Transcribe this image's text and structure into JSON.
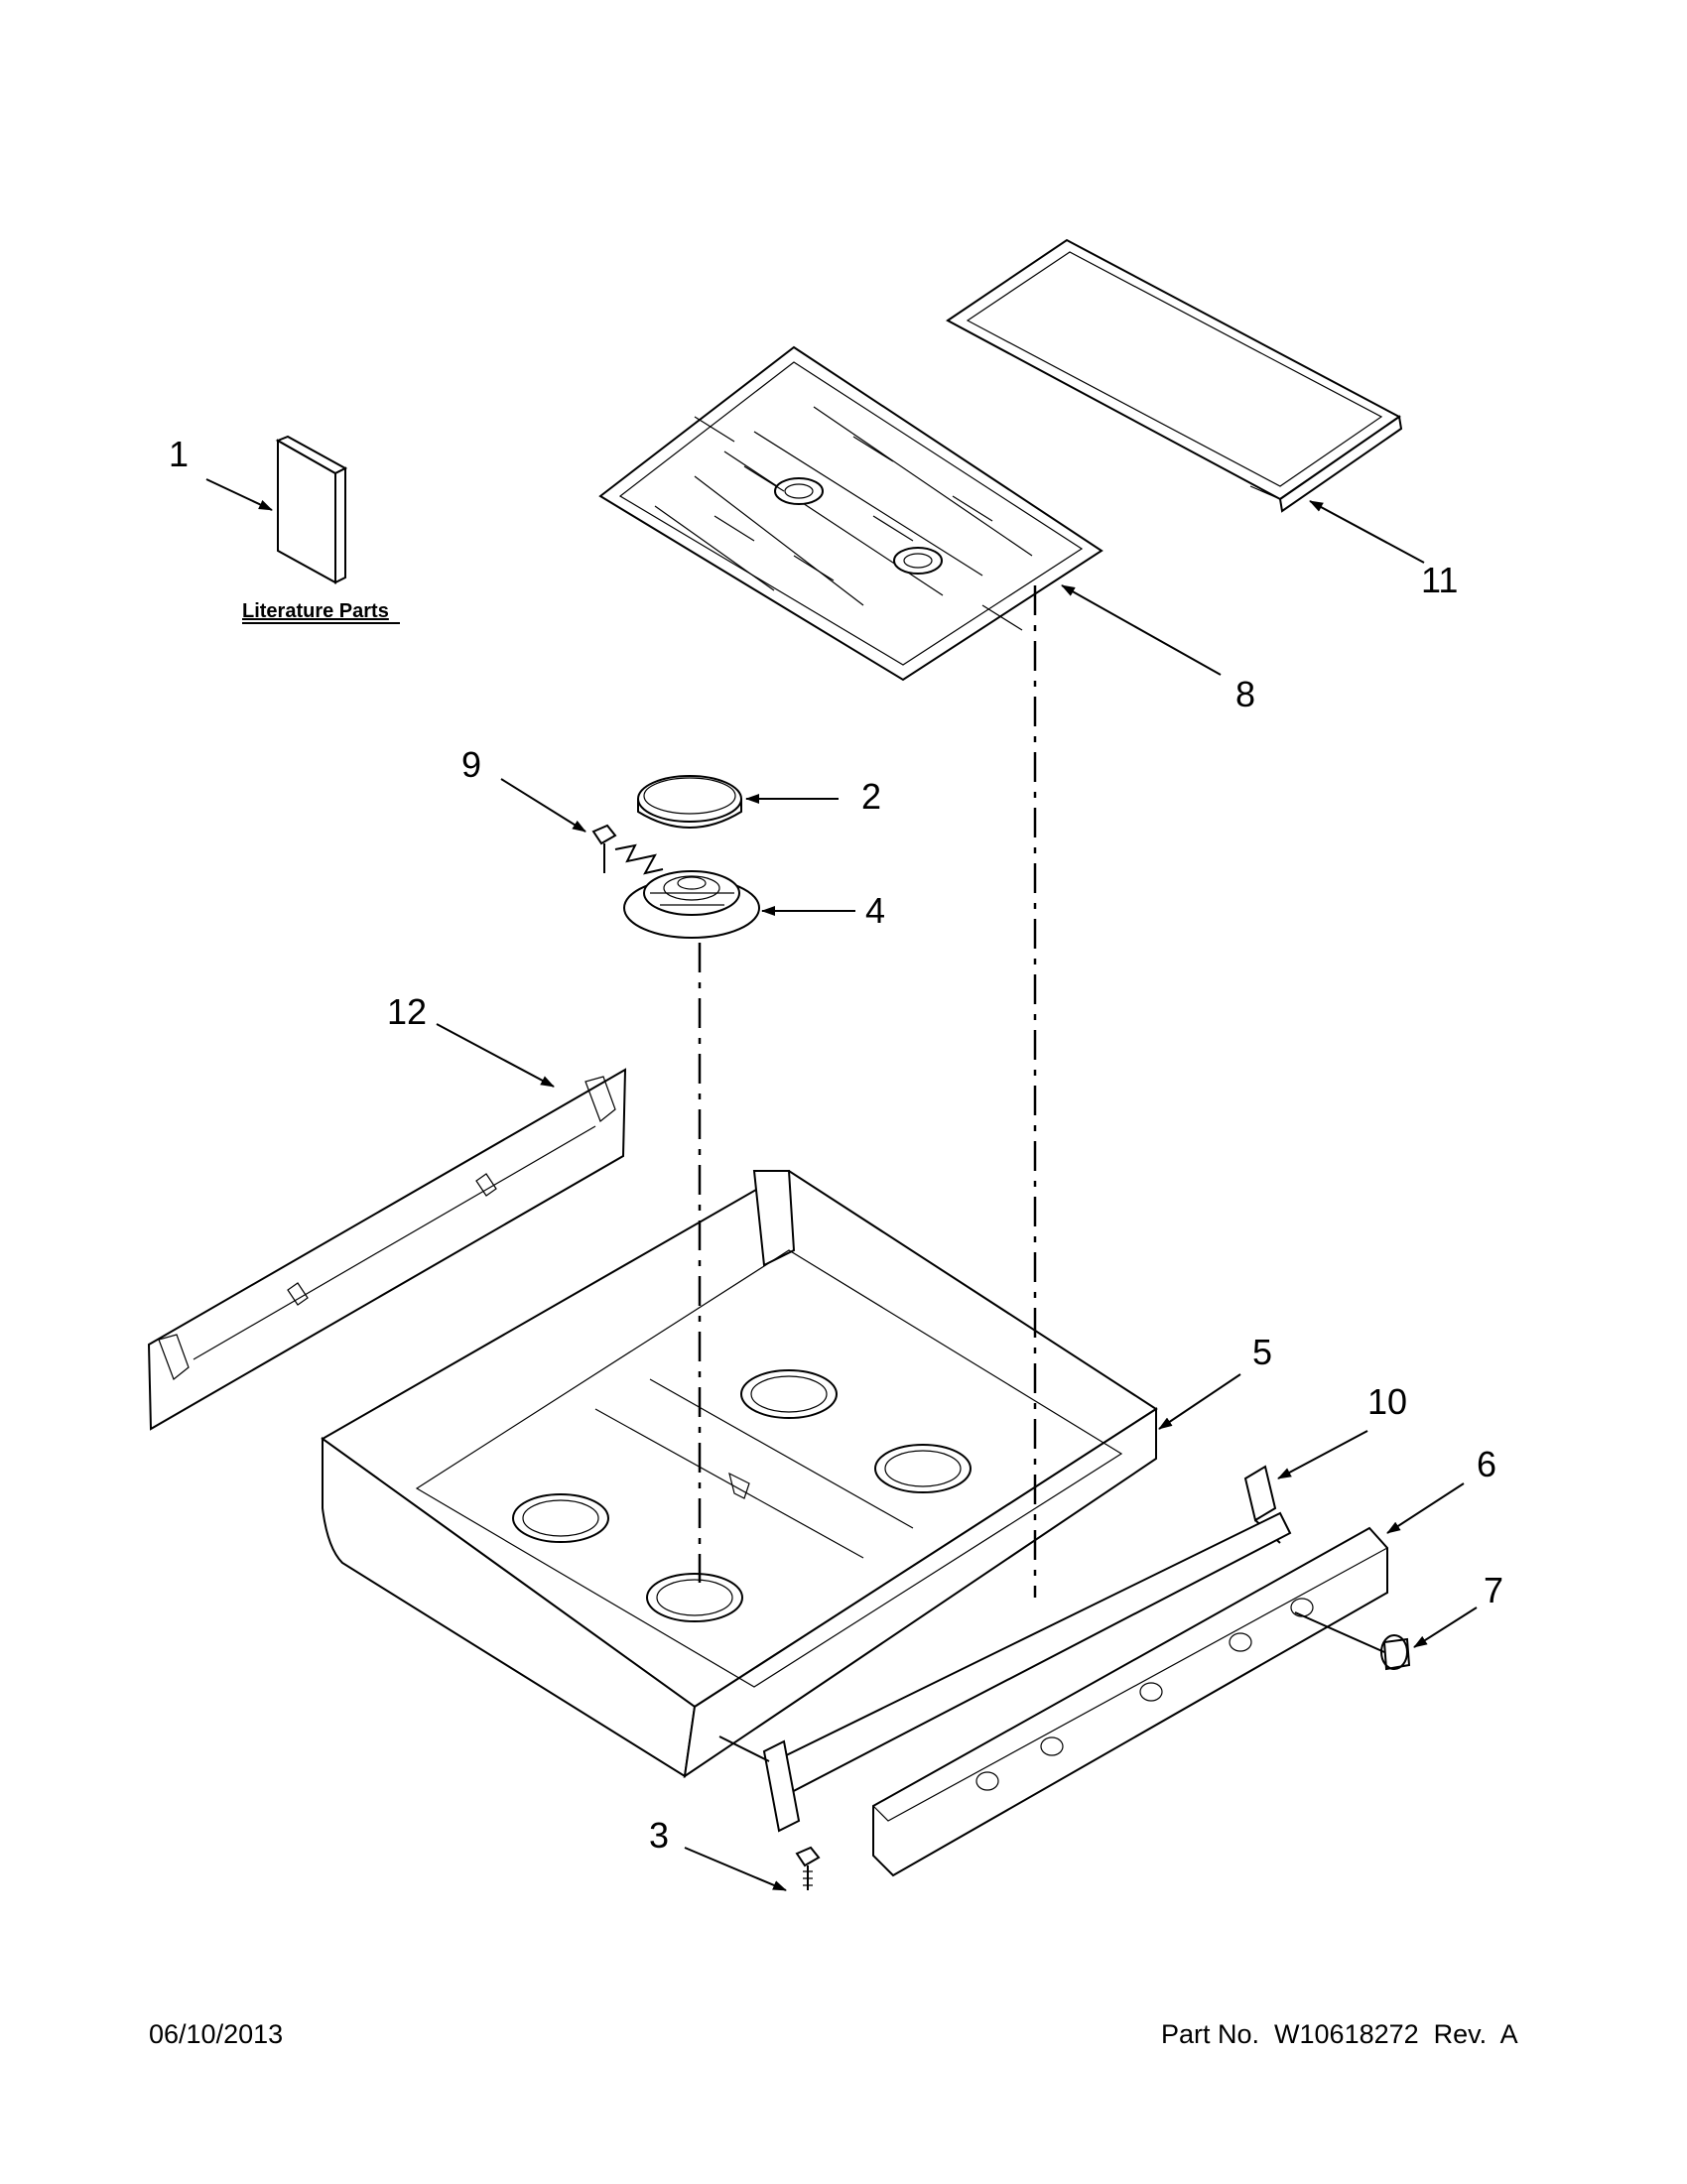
{
  "diagram": {
    "literature_label": "Literature Parts",
    "callouts": [
      {
        "id": "1",
        "label": "1"
      },
      {
        "id": "2",
        "label": "2"
      },
      {
        "id": "3",
        "label": "3"
      },
      {
        "id": "4",
        "label": "4"
      },
      {
        "id": "5",
        "label": "5"
      },
      {
        "id": "6",
        "label": "6"
      },
      {
        "id": "7",
        "label": "7"
      },
      {
        "id": "8",
        "label": "8"
      },
      {
        "id": "9",
        "label": "9"
      },
      {
        "id": "10",
        "label": "10"
      },
      {
        "id": "11",
        "label": "11"
      },
      {
        "id": "12",
        "label": "12"
      }
    ]
  },
  "footer": {
    "date": "06/10/2013",
    "part_number": "Part No.  W10618272  Rev.  A"
  }
}
